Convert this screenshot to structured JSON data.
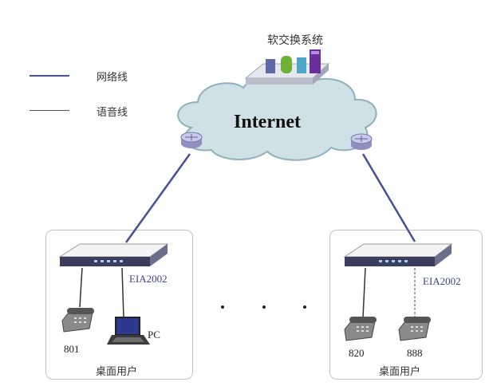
{
  "legend": {
    "network_line": "网络线",
    "voice_line": "语音线"
  },
  "softswitch_label": "软交换系统",
  "internet_label": "Internet",
  "left_site": {
    "device_label": "EIA2002",
    "phone_label": "801",
    "pc_label": "PC",
    "group_label": "桌面用户"
  },
  "right_site": {
    "device_label": "EIA2002",
    "phone1_label": "820",
    "phone2_label": "888",
    "group_label": "桌面用户"
  },
  "colors": {
    "network_line": "#4a4f93",
    "voice_line": "#555555",
    "cloud_fill": "#cfe1e6",
    "router": "#8f8fc0"
  }
}
